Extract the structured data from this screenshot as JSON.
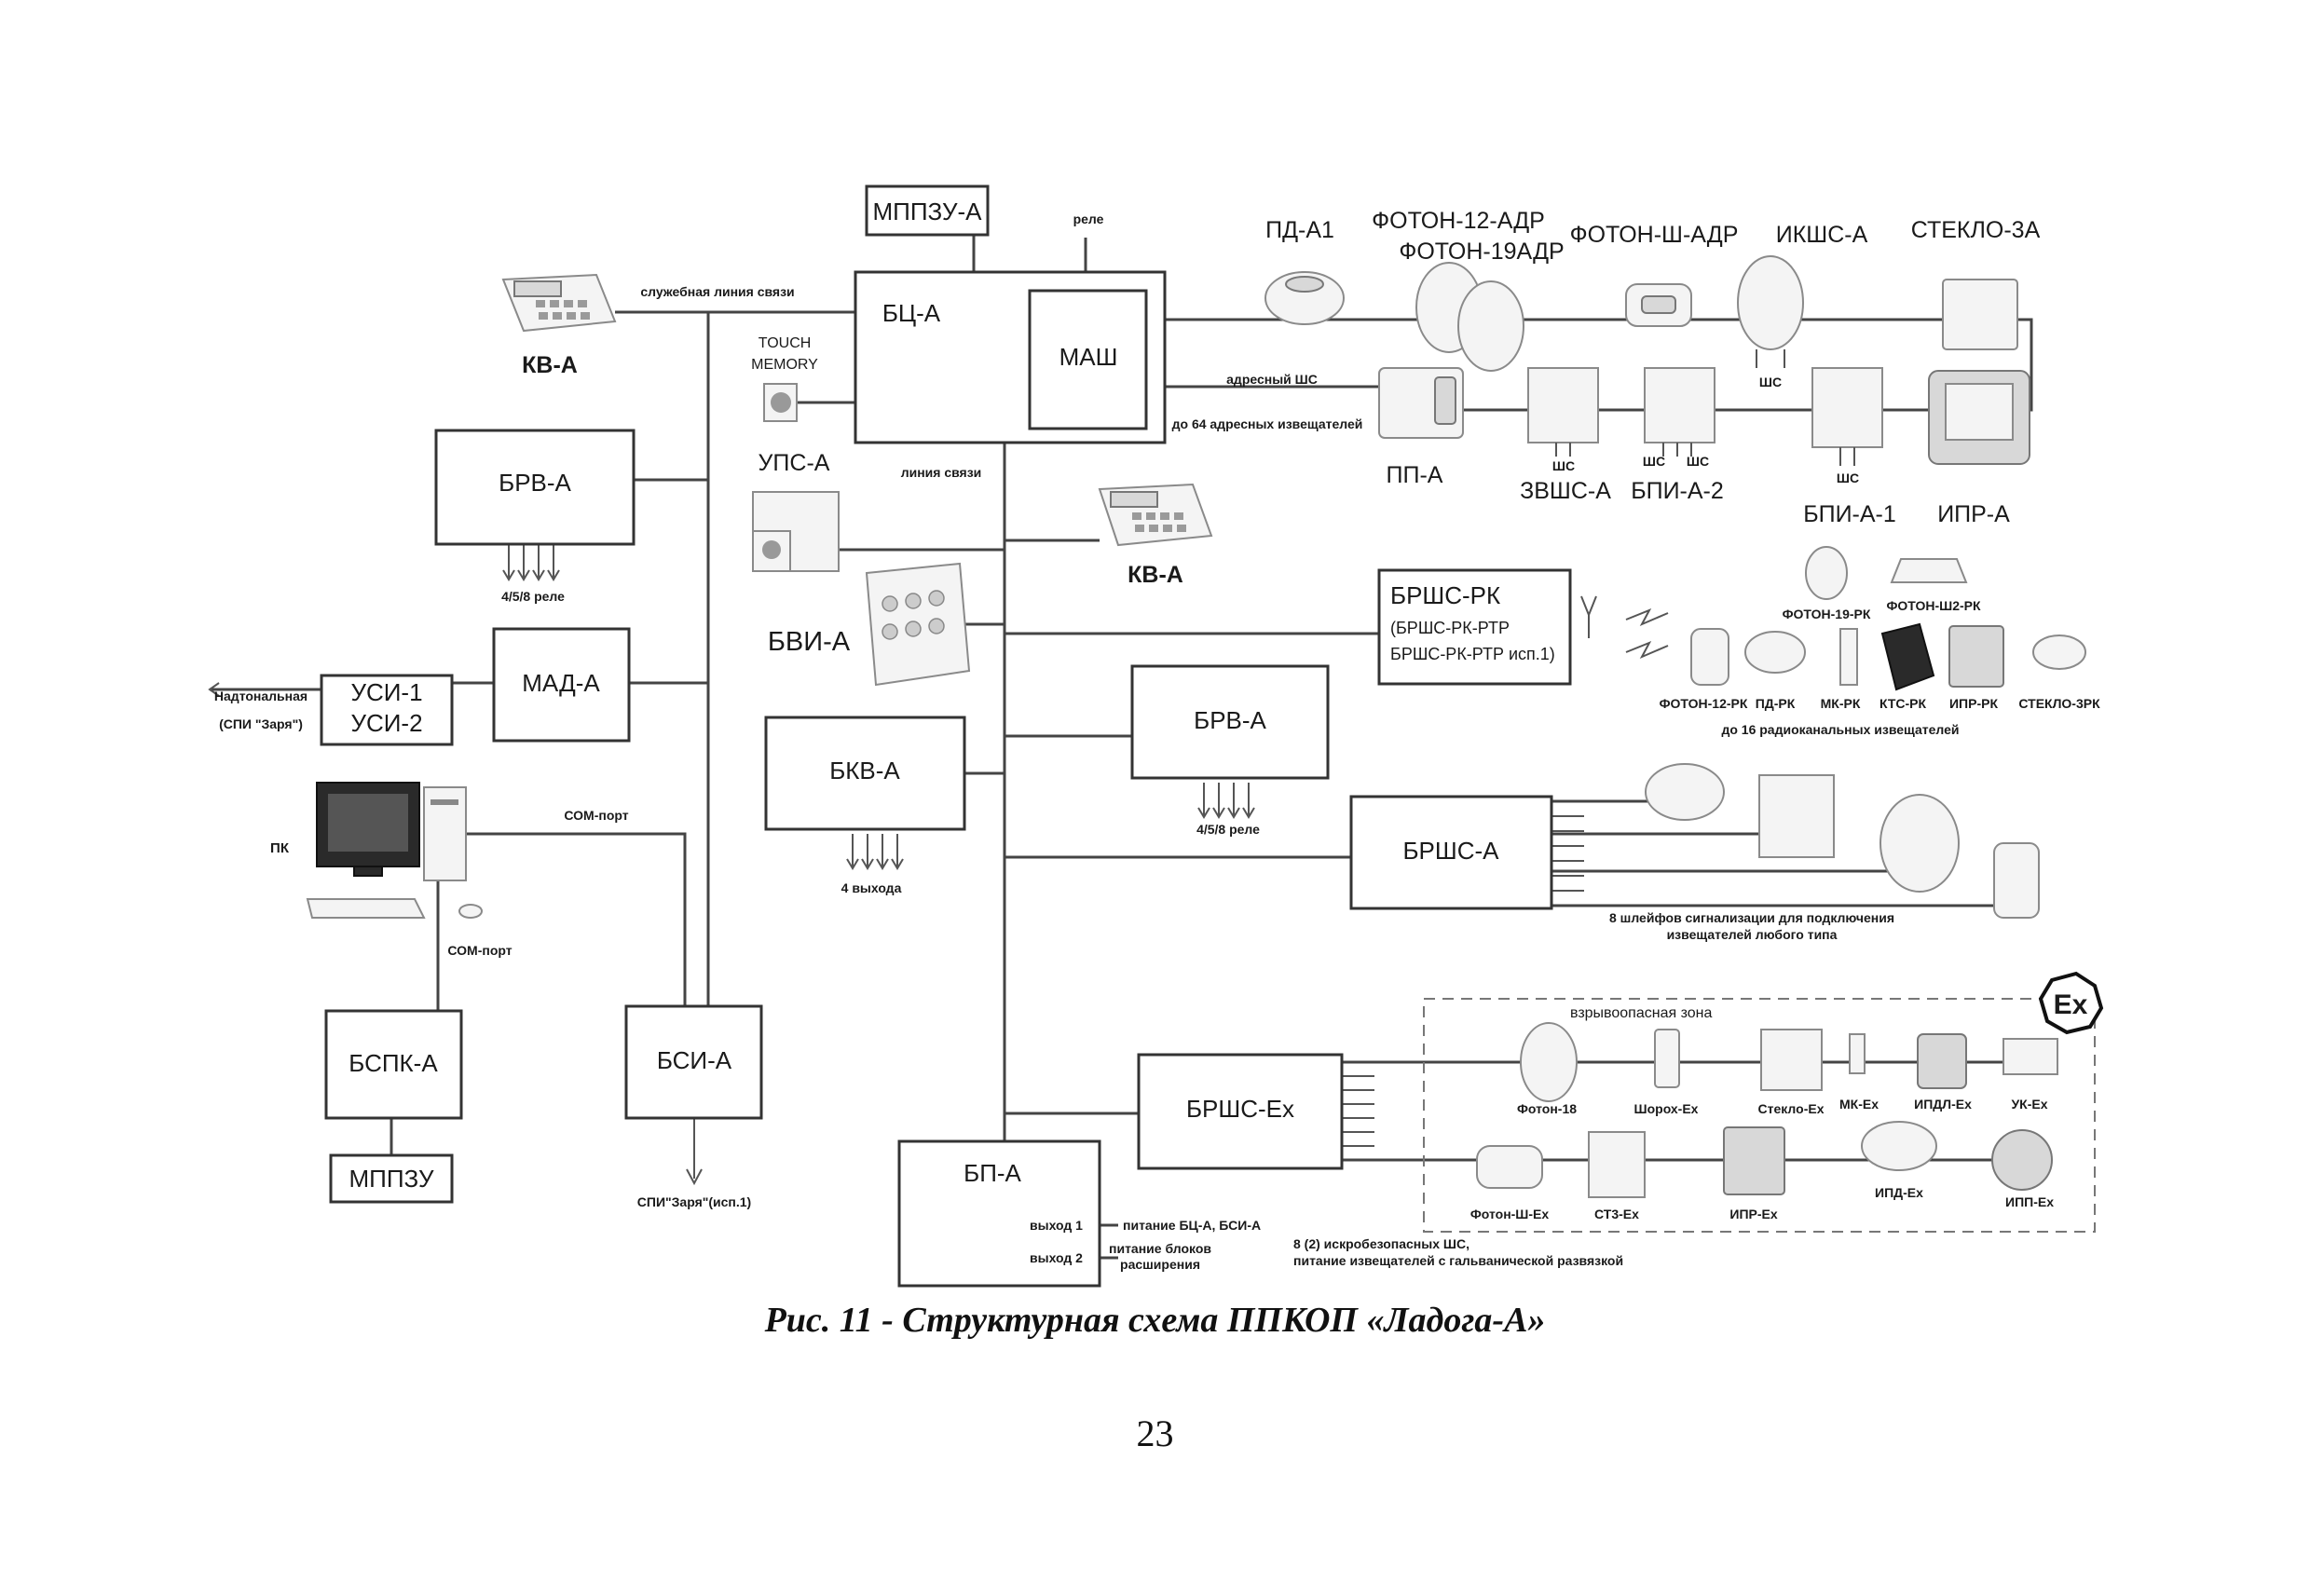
{
  "boxes": {
    "mppzu_a": "МППЗУ-А",
    "bc_a": "БЦ-А",
    "mash": "МАШ",
    "brv_a_1": "БРВ-А",
    "mad_a": "МАД-А",
    "usi_1": "УСИ-1",
    "usi_2": "УСИ-2",
    "bkv_a": "БКВ-А",
    "brv_a_2": "БРВ-А",
    "brshs_rk_title": "БРШС-РК",
    "brshs_rk_sub1": "(БРШС-РК-РТР",
    "brshs_rk_sub2": "БРШС-РК-РТР исп.1)",
    "brshs_a": "БРШС-А",
    "brshs_ex": "БРШС-Ex",
    "bspk_a": "БСПК-А",
    "mppzu": "МППЗУ",
    "bsi_a": "БСИ-А",
    "bp_a": "БП-А",
    "bp_out1": "выход 1",
    "bp_out2": "выход 2"
  },
  "labels": {
    "rele": "реле",
    "service_line": "служебная линия связи",
    "kv_a_top": "КВ-А",
    "touch1": "TOUCH",
    "touch2": "MEMORY",
    "ups_a": "УПС-А",
    "comm_line": "линия связи",
    "kv_a_mid": "КВ-А",
    "bvi_a": "БВИ-А",
    "addr_shs": "адресный ШС",
    "addr_64": "до 64 адресных извещателей",
    "relay_458_1": "4/5/8 реле",
    "nadtonal": "Надтональная",
    "spi_zarya": "(СПИ \"Заря\")",
    "pk": "ПК",
    "com_port_1": "СОМ-порт",
    "com_port_2": "СОМ-порт",
    "relay_458_2": "4/5/8 реле",
    "out_4": "4 выхода",
    "spi_zarya_isp": "СПИ\"Заря\"(исп.1)",
    "power_bc_bsi": "питание БЦ-А, БСИ-А",
    "power_ext1": "питание блоков",
    "power_ext2": "расширения",
    "loops8_1": "8 шлейфов сигнализации для подключения",
    "loops8_2": "извещателей любого типа",
    "radio_16": "до 16 радиоканальных извещателей",
    "ex_zone": "взрывоопасная зона",
    "ex_loops1": "8 (2) искробезопасных ШС,",
    "ex_loops2": "питание извещателей с гальванической развязкой",
    "ex_mark": "Ex"
  },
  "devices": {
    "pd_a1": "ПД-А1",
    "foton12": "ФОТОН-12-АДР",
    "foton19": "ФОТОН-19АДР",
    "foton_sh": "ФОТОН-Ш-АДР",
    "ikshs_a": "ИКШС-А",
    "steklo_3a": "СТЕКЛО-3А",
    "pp_a": "ПП-А",
    "zvshs_a": "ЗВШС-А",
    "bpi_a2": "БПИ-А-2",
    "bpi_a1": "БПИ-А-1",
    "ipr_a": "ИПР-А",
    "shs_zvshs": "ШС",
    "shs_bpi2a": "ШС",
    "shs_bpi2b": "ШС",
    "shs_ikshs": "ШС",
    "shs_bpi1": "ШС",
    "foton19_rk": "ФОТОН-19-РК",
    "foton_sh2_rk": "ФОТОН-Ш2-РК",
    "foton12_rk": "ФОТОН-12-РК",
    "pd_rk": "ПД-РК",
    "mk_rk": "МК-РК",
    "kts_rk": "КТС-РК",
    "ipr_rk": "ИПР-РК",
    "steklo_3rk": "СТЕКЛО-3РК",
    "foton18": "Фотон-18",
    "shorokh_ex": "Шорох-Ex",
    "steklo_ex": "Стекло-Ex",
    "mk_ex": "МК-Ex",
    "ipdl_ex": "ИПДЛ-Ex",
    "uk_ex": "УК-Ex",
    "foton_sh_ex": "Фотон-Ш-Ex",
    "st3_ex": "СТ3-Ex",
    "ipr_ex": "ИПР-Ex",
    "ipd_ex": "ИПД-Ex",
    "ipp_ex": "ИПП-Ex"
  },
  "caption": "Рис. 11 - Структурная схема ППКОП «Ладога-А»",
  "page_number": "23"
}
